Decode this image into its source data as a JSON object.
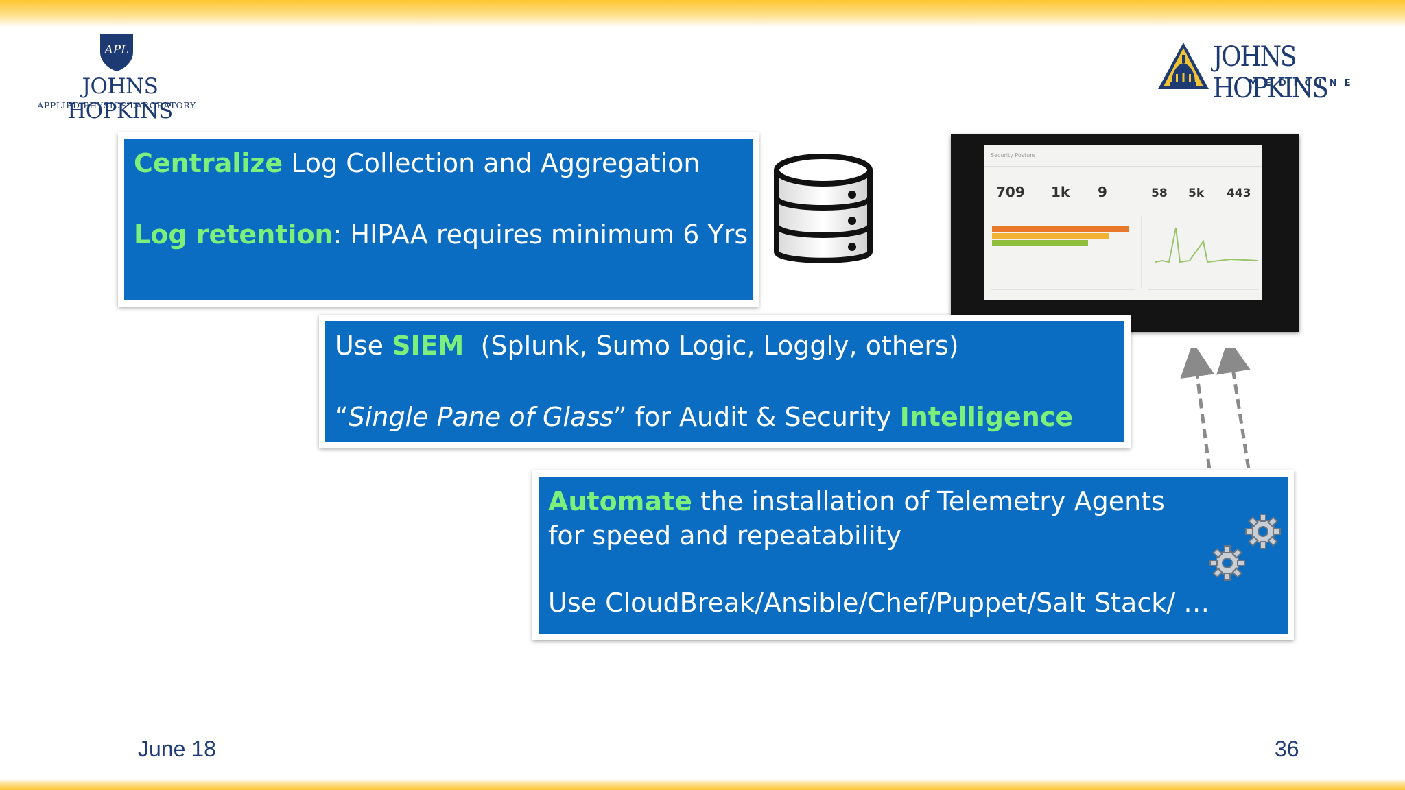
{
  "logos": {
    "apl": {
      "shield_text": "APL",
      "name": "JOHNS HOPKINS",
      "subtitle": "APPLIED PHYSICS LABORATORY"
    },
    "jhm": {
      "name": "JOHNS HOPKINS",
      "subtitle": "MEDICINE"
    }
  },
  "boxes": {
    "centralize": {
      "line1_highlight": "Centralize",
      "line1_rest": " Log Collection and Aggregation",
      "line2_highlight": "Log retention",
      "line2_rest": ": HIPAA requires minimum 6 Yrs"
    },
    "siem": {
      "line1_prefix": "Use ",
      "line1_highlight": "SIEM",
      "line1_rest": "  (Splunk, Sumo Logic, Loggly, others)",
      "line2_quote_open": "“",
      "line2_italic": "Single Pane of Glass",
      "line2_middle": "” for Audit & Security ",
      "line2_highlight": "Intelligence"
    },
    "automate": {
      "line1_highlight": "Automate",
      "line1_rest": " the installation of Telemetry Agents",
      "line2": "for speed and repeatability",
      "line3": "Use CloudBreak/Ansible/Chef/Puppet/Salt Stack/ …"
    }
  },
  "dashboard": {
    "title": "Security Posture",
    "metrics": [
      "709",
      "1k",
      "9",
      "58",
      "5k",
      "443"
    ]
  },
  "icons": {
    "database": "database-icon",
    "gears": "gear-icon"
  },
  "colors": {
    "box_blue": "#0a6dc2",
    "highlight_green": "#7cf07a",
    "footer_text": "#1f3b79",
    "banner_gold": "#fbc531"
  },
  "footer": {
    "date": "June 18",
    "page_number": "36"
  }
}
